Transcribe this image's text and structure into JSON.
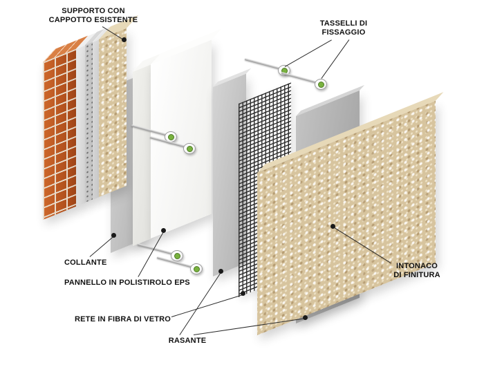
{
  "labels": {
    "supporto": {
      "line1": "SUPPORTO CON",
      "line2": "CAPPOTTO ESISTENTE"
    },
    "tasselli": {
      "line1": "TASSELLI DI",
      "line2": "FISSAGGIO"
    },
    "collante": "COLLANTE",
    "pannello": "PANNELLO IN POLISTIROLO EPS",
    "rete": "RETE IN FIBRA DI VETRO",
    "rasante": "RASANTE",
    "intonaco": {
      "line1": "INTONACO",
      "line2": "DI FINITURA"
    }
  },
  "colors": {
    "brick": "#b9541f",
    "mortar": "#e9dccb",
    "existing_finish": "#d7c49e",
    "eps_panel": "#f7f7f5",
    "base_coat": "#b8b8b8",
    "fiberglass_mesh": "#2a2a2a",
    "finish_render": "#d7c49e",
    "dowel_green": "#79b23f",
    "leader_line": "#2b2b2b",
    "background": "#ffffff"
  }
}
